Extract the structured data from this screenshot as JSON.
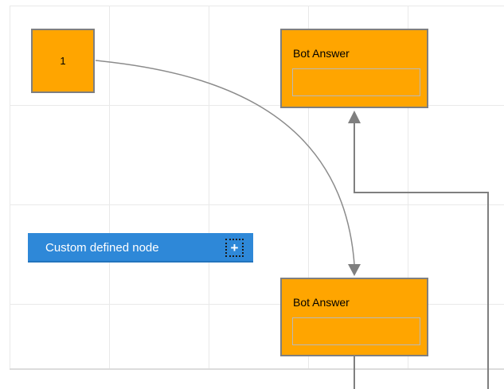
{
  "colors": {
    "canvas_bg": "#ffffff",
    "grid_line": "#e9e9e9",
    "grid_edge": "#dcdcdc",
    "node_fill": "#ffa500",
    "node_border": "#7f7f7f",
    "inner_border": "#b9b9b9",
    "blue_fill": "#2e88d8",
    "blue_edge": "#2374bd",
    "connector": "#7f7f7f",
    "curve": "#8b8b8b",
    "handle_border": "#1a1a1a",
    "text_dark": "#000000",
    "text_light": "#ffffff"
  },
  "nodes": {
    "source": {
      "label": "1"
    },
    "bot_top": {
      "title": "Bot Answer"
    },
    "bot_bottom": {
      "title": "Bot Answer"
    },
    "custom": {
      "label": "Custom defined node",
      "add_icon": "+"
    }
  }
}
